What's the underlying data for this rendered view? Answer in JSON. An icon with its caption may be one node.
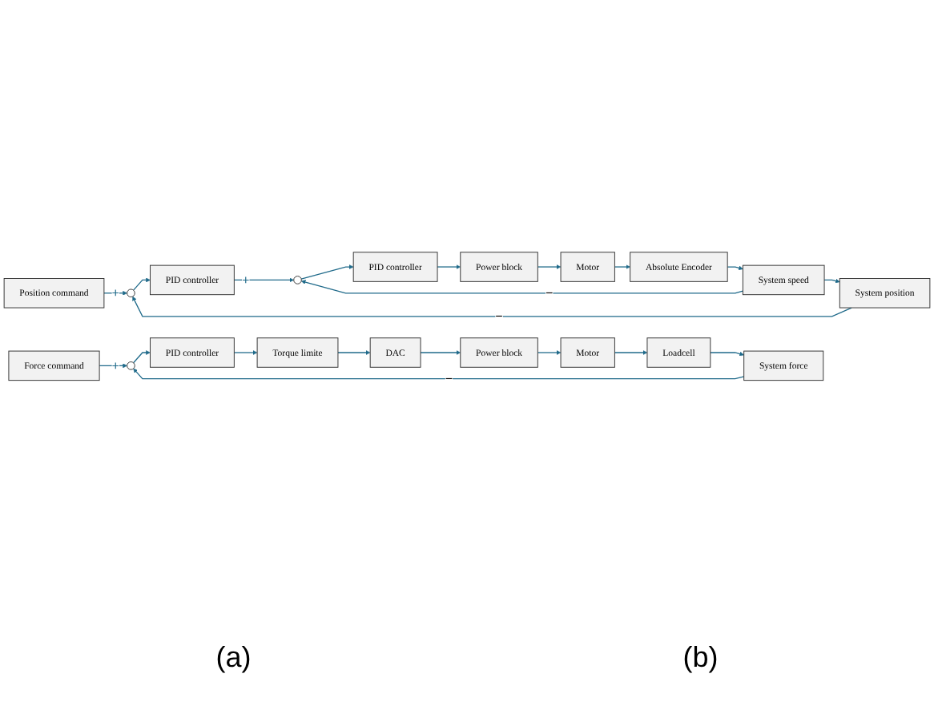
{
  "diagram": {
    "nodes": [
      {
        "text": [
          "Position command"
        ]
      },
      {
        "text": [],
        "shape": "circle"
      },
      {
        "text": [
          "PID controller"
        ]
      },
      {
        "text": [],
        "shape": "circle"
      },
      {
        "text": [
          "PID controller"
        ]
      },
      {
        "text": [
          "Power block"
        ]
      },
      {
        "text": [
          "Motor"
        ]
      },
      {
        "text": [
          "Absolute Encoder"
        ]
      },
      {
        "text": [
          "System speed"
        ]
      },
      {
        "text": [
          "System position"
        ]
      },
      {
        "text": [
          "Force command"
        ]
      },
      {
        "text": [],
        "shape": "circle"
      },
      {
        "text": [
          "PID controller"
        ]
      },
      {
        "text": [
          "Torque limite"
        ]
      },
      {
        "text": [
          "DAC"
        ]
      },
      {
        "text": [
          "Power block"
        ]
      },
      {
        "text": [
          "Motor"
        ]
      },
      {
        "text": [
          "Loadcell"
        ]
      },
      {
        "text": [
          "System force"
        ]
      }
    ],
    "edges": [
      {
        "from": 0,
        "to": 1,
        "arrow": "to",
        "label": "+"
      },
      {
        "from": 1,
        "to": 2,
        "arrow": "to"
      },
      {
        "from": 2,
        "to": 3,
        "arrow": "to",
        "label": "+"
      },
      {
        "from": 3,
        "to": 4,
        "arrow": "to"
      },
      {
        "from": 4,
        "to": 5,
        "arrow": "to"
      },
      {
        "from": 5,
        "to": 6,
        "arrow": "to"
      },
      {
        "from": 6,
        "to": 7,
        "arrow": "to"
      },
      {
        "from": 7,
        "to": 8,
        "arrow": "to"
      },
      {
        "from": 8,
        "to": 9,
        "arrow": "to"
      },
      {
        "from": 8,
        "to": 3,
        "arrow": "to",
        "label": "−"
      },
      {
        "from": 9,
        "to": 1,
        "arrow": "to",
        "label": "−"
      },
      {
        "from": 10,
        "to": 11,
        "arrow": "to",
        "label": "+"
      },
      {
        "from": 11,
        "to": 12,
        "arrow": "to"
      },
      {
        "from": 12,
        "to": 13,
        "arrow": "to"
      },
      {
        "from": 13,
        "to": 14,
        "arrow": "to"
      },
      {
        "from": 14,
        "to": 15,
        "arrow": "to"
      },
      {
        "from": 15,
        "to": 16,
        "arrow": "to"
      },
      {
        "from": 16,
        "to": 17,
        "arrow": "to"
      },
      {
        "from": 17,
        "to": 18,
        "arrow": "to"
      },
      {
        "from": 18,
        "to": 11,
        "arrow": "to",
        "label": "−"
      }
    ],
    "labels": [
      "(a)",
      "(b)"
    ]
  }
}
